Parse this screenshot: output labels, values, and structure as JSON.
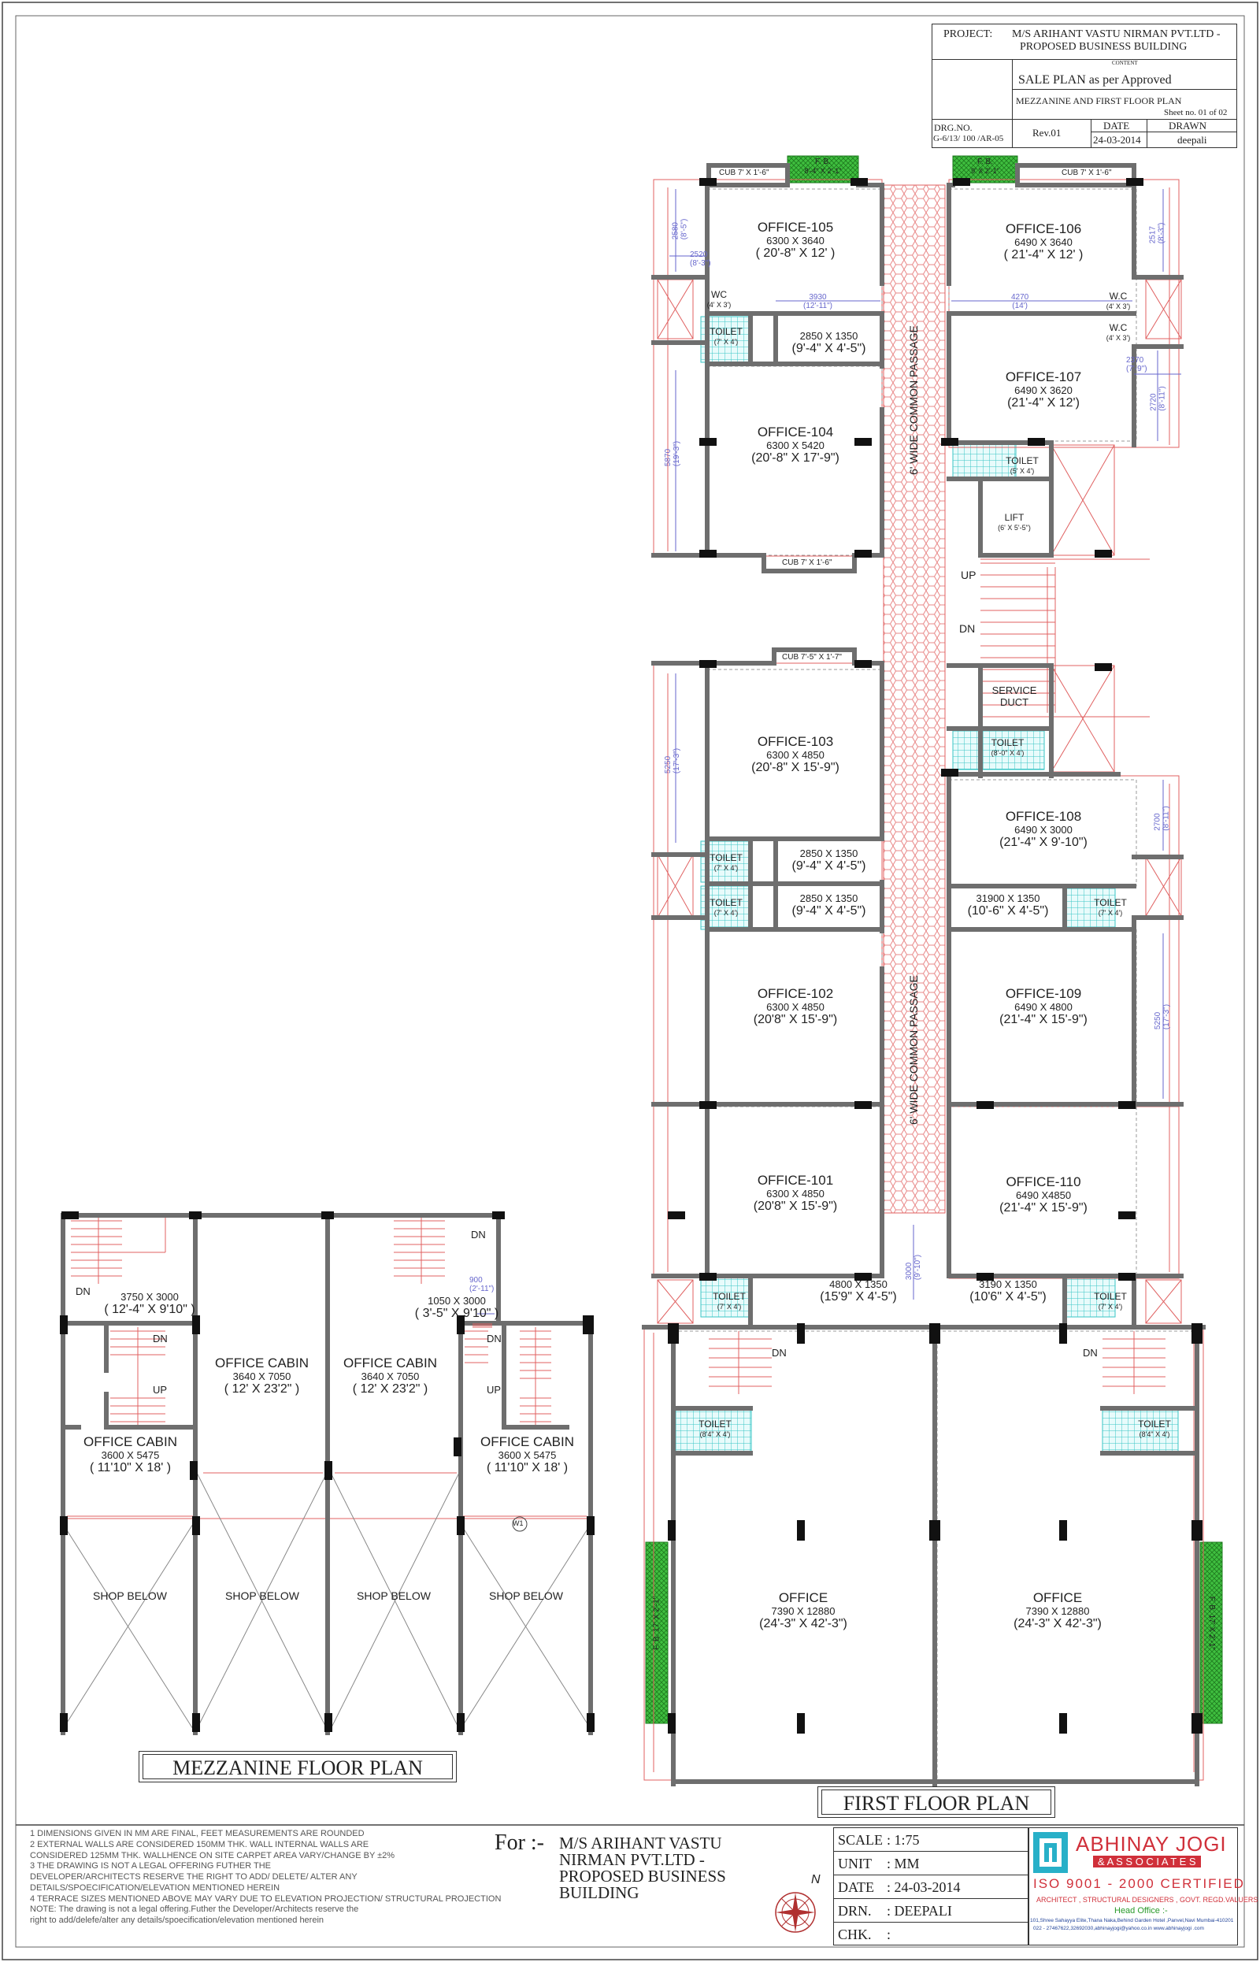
{
  "title_block": {
    "project_label": "PROJECT:",
    "project_name_1": "M/S ARIHANT VASTU  NIRMAN PVT.LTD -",
    "project_name_2": "PROPOSED BUSINESS  BUILDING",
    "content_label": "CONTENT",
    "content_1": "SALE  PLAN as per Approved",
    "content_2": "MEZZANINE AND FIRST FLOOR PLAN",
    "sheet_no": "Sheet no. 01 of 02",
    "drg_label": "DRG.NO.",
    "drg_no": "G-6/13/ 100 /AR-05",
    "rev": "Rev.01",
    "date_label": "DATE",
    "date": "24-03-2014",
    "drawn_label": "DRAWN",
    "drawn_by": "deepali"
  },
  "first_floor": {
    "rooms": [
      {
        "name": "OFFICE-105",
        "dim": "6300 X 3640",
        "ft": "( 20'-8\" X 12' )"
      },
      {
        "name": "OFFICE-106",
        "dim": "6490 X 3640",
        "ft": "( 21'-4\" X 12' )"
      },
      {
        "name": "OFFICE-107",
        "dim": "6490 X 3620",
        "ft": "(21'-4\" X 12')"
      },
      {
        "name": "OFFICE-104",
        "dim": "6300 X 5420",
        "ft": "(20'-8\" X 17'-9\")"
      },
      {
        "name": "OFFICE-103",
        "dim": "6300 X 4850",
        "ft": "(20'-8\" X 15'-9\")"
      },
      {
        "name": "OFFICE-108",
        "dim": "6490 X 3000",
        "ft": "(21'-4\" X 9'-10\")"
      },
      {
        "name": "OFFICE-102",
        "dim": "6300 X 4850",
        "ft": "(20'8\" X 15'-9\")"
      },
      {
        "name": "OFFICE-109",
        "dim": "6490 X 4800",
        "ft": "(21'-4\" X 15'-9\")"
      },
      {
        "name": "OFFICE-101",
        "dim": "6300 X 4850",
        "ft": "(20'8\" X 15'-9\")"
      },
      {
        "name": "OFFICE-110",
        "dim": "6490 X4850",
        "ft": "(21'-4\" X 15'-9\")"
      },
      {
        "name": "OFFICE",
        "dim": "7390 X 12880",
        "ft": "(24'-3\" X 42'-3\")"
      },
      {
        "name": "OFFICE",
        "dim": "7390 X 12880",
        "ft": "(24'-3\" X 42'-3\")"
      }
    ],
    "passages": [
      {
        "dim": "2850 X 1350",
        "ft": "(9'-4\" X 4'-5\")"
      },
      {
        "dim": "2850 X 1350",
        "ft": "(9'-4\" X 4'-5\")"
      },
      {
        "dim": "2850 X 1350",
        "ft": "(9'-4\" X 4'-5\")"
      },
      {
        "dim": "31900 X 1350",
        "ft": "(10'-6\" X 4'-5\")"
      },
      {
        "dim": "4800 X 1350",
        "ft": "(15'9\" X 4'-5\")"
      },
      {
        "dim": "3190 X 1350",
        "ft": "(10'6\" X 4'-5\")"
      }
    ],
    "small": [
      {
        "name": "TOILET",
        "dim": "(7' X 4')"
      },
      {
        "name": "TOILET",
        "dim": "(5' X 4')"
      },
      {
        "name": "LIFT",
        "dim": "(6' X 5'-5\")"
      },
      {
        "name": "TOILET",
        "dim": "(8'-0\" X 4')"
      },
      {
        "name": "TOILET",
        "dim": "(7' X 4')"
      },
      {
        "name": "TOILET",
        "dim": "(7' X 4')"
      },
      {
        "name": "TOILET",
        "dim": "(7' X 4')"
      },
      {
        "name": "TOILET",
        "dim": "(7' X 4')"
      },
      {
        "name": "TOILET",
        "dim": "(7' X 4')"
      },
      {
        "name": "TOILET",
        "dim": "(8'4\" X 4')"
      },
      {
        "name": "TOILET",
        "dim": "(8'4\" X 4')"
      },
      {
        "name": "W.C",
        "dim": "(4' X 3')"
      },
      {
        "name": "W.C",
        "dim": "(4' X 3')"
      },
      {
        "name": "WC",
        "dim": "(4' X 3')"
      }
    ],
    "service_duct": "SERVICE DUCT",
    "cubs": [
      "CUB     7' X 1'-6\"",
      "CUB   7' X 1'-6\"",
      "CUB   7' X 1'-6\"",
      "CUB   7'-5\" X 1'-7\""
    ],
    "fbs": [
      {
        "label": "F. B.",
        "dim": "8'-4\" X 2'-1\""
      },
      {
        "label": "F. B.",
        "dim": "9' X 2'-1\""
      },
      {
        "label": "F. B.",
        "dim": "17' X 2'-1\""
      },
      {
        "label": "F. B.",
        "dim": "17' X 2'-1\""
      }
    ],
    "passage_label": "6' WIDE COMMON PASSAGE",
    "up": "UP",
    "dn": "DN",
    "dims": [
      "2580",
      "(8'-5\")",
      "2520",
      "(8'-3\")",
      "3930",
      "(12'-11\")",
      "4270",
      "(14')",
      "2517",
      "(8'-3\")",
      "2370",
      "(7'-9\")",
      "2720",
      "(8'-11\")",
      "5870",
      "(19'-3\")",
      "5250",
      "(17'-3\")",
      "2700",
      "(8'-11\")",
      "5250",
      "(17'-3\")",
      "3000",
      "(9'-10\")"
    ],
    "plan_title": "FIRST FLOOR PLAN"
  },
  "mezzanine": {
    "cabins": [
      {
        "name": "OFFICE CABIN",
        "dim": "3640 X 7050",
        "ft": "( 12' X 23'2\" )"
      },
      {
        "name": "OFFICE CABIN",
        "dim": "3640 X 7050",
        "ft": "( 12' X 23'2\" )"
      },
      {
        "name": "OFFICE CABIN",
        "dim": "3600 X 5475",
        "ft": "( 11'10\" X 18' )"
      },
      {
        "name": "OFFICE CABIN",
        "dim": "3600 X 5475",
        "ft": "( 11'10\" X 18' )"
      }
    ],
    "landings": [
      {
        "dim": "3750 X 3000",
        "ft": "( 12'-4\" X 9'10\" )"
      },
      {
        "dim": "1050 X 3000",
        "ft": "( 3'-5\" X 9'10\" )"
      }
    ],
    "shop_below": "SHOP BELOW",
    "w1": "W1",
    "dim_900": "900",
    "dim_900ft": "(2'-11\")",
    "up": "UP",
    "dn": "DN",
    "plan_title": "MEZZANINE FLOOR PLAN"
  },
  "notes": [
    "1   DIMENSIONS GIVEN IN MM ARE FINAL, FEET MEASUREMENTS ARE ROUNDED",
    "2   EXTERNAL WALLS  ARE CONSIDERED 150MM THK. WALL INTERNAL  WALLS  ARE",
    "     CONSIDERED 125MM THK. WALLHENCE ON SITE CARPET AREA VARY/CHANGE BY ±2%",
    "3   THE DRAWING IS NOT A LEGAL OFFERING FUTHER THE",
    "     DEVELOPER/ARCHITECTS RESERVE THE RIGHT TO  ADD/ DELETE/ ALTER ANY",
    "     DETAILS/SPOECIFICATION/ELEVATION MENTIONED HEREIN",
    "4   TERRACE SIZES MENTIONED ABOVE MAY VARY DUE TO ELEVATION PROJECTION/ STRUCTURAL PROJECTION",
    "     NOTE: The drawing is not a legal offering.Futher the Developer/Architects reserve the",
    "     right to add/delefe/alter any details/spoecification/elevation mentioned herein"
  ],
  "footer": {
    "for_label": "For :-",
    "client_1": "M/S ARIHANT VASTU",
    "client_2": "NIRMAN PVT.LTD -",
    "client_3": "PROPOSED BUSINESS",
    "client_4": "BUILDING",
    "north": "N",
    "scale_label": "SCALE",
    "scale": ":  1:75",
    "unit_label": "UNIT",
    "unit": ":  MM",
    "date_label": "DATE",
    "date": ":  24-03-2014",
    "drn_label": "DRN.",
    "drn": ":  DEEPALI",
    "chk_label": "CHK.",
    "chk": ":",
    "firm_1": "ABHINAY JOGI",
    "firm_2": "& A S S O C I A T E S",
    "iso": "ISO  9001 - 2000  CERTIFIED",
    "firm_services": "ARCHITECT  , STRUCTURAL DESIGNERS , GOVT. REGD.VALUERS",
    "head_office": "Head Office :-",
    "address_1": "101,Shree Sahayya Elite,Thana Naka,Behind Garden Hotel ,Panvel,Navi Mumbai-410201",
    "address_2": "022 - 27467622,32692030,abhinayjogi@yahoo.co.in www.abhinayjogi .com"
  },
  "colors": {
    "wall": "#6e6e6e",
    "line": "#e06060",
    "tile": "#39c6c6",
    "fb": "#3fbf3f",
    "passage": "#e88888",
    "dim": "#6666cc"
  }
}
